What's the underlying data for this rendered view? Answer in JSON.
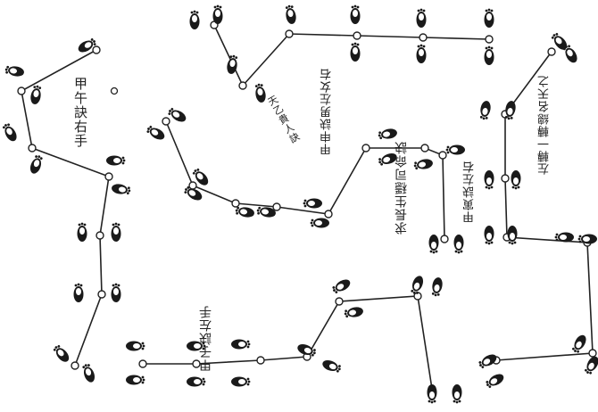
{
  "labels": {
    "jiawu": "甲午訣右手",
    "jiashen": "甲申訣男左女右",
    "jiazi": "甲子訣左手",
    "jiayin": "甲寅訣左右",
    "qiuchang": "求長生穩司命訣",
    "zuozhuan": "左轉一轉總名天之",
    "tianyi": "天乙貴人訣"
  },
  "figure": {
    "line_color": "#222222",
    "footprint_color": "#1a1a1a"
  }
}
